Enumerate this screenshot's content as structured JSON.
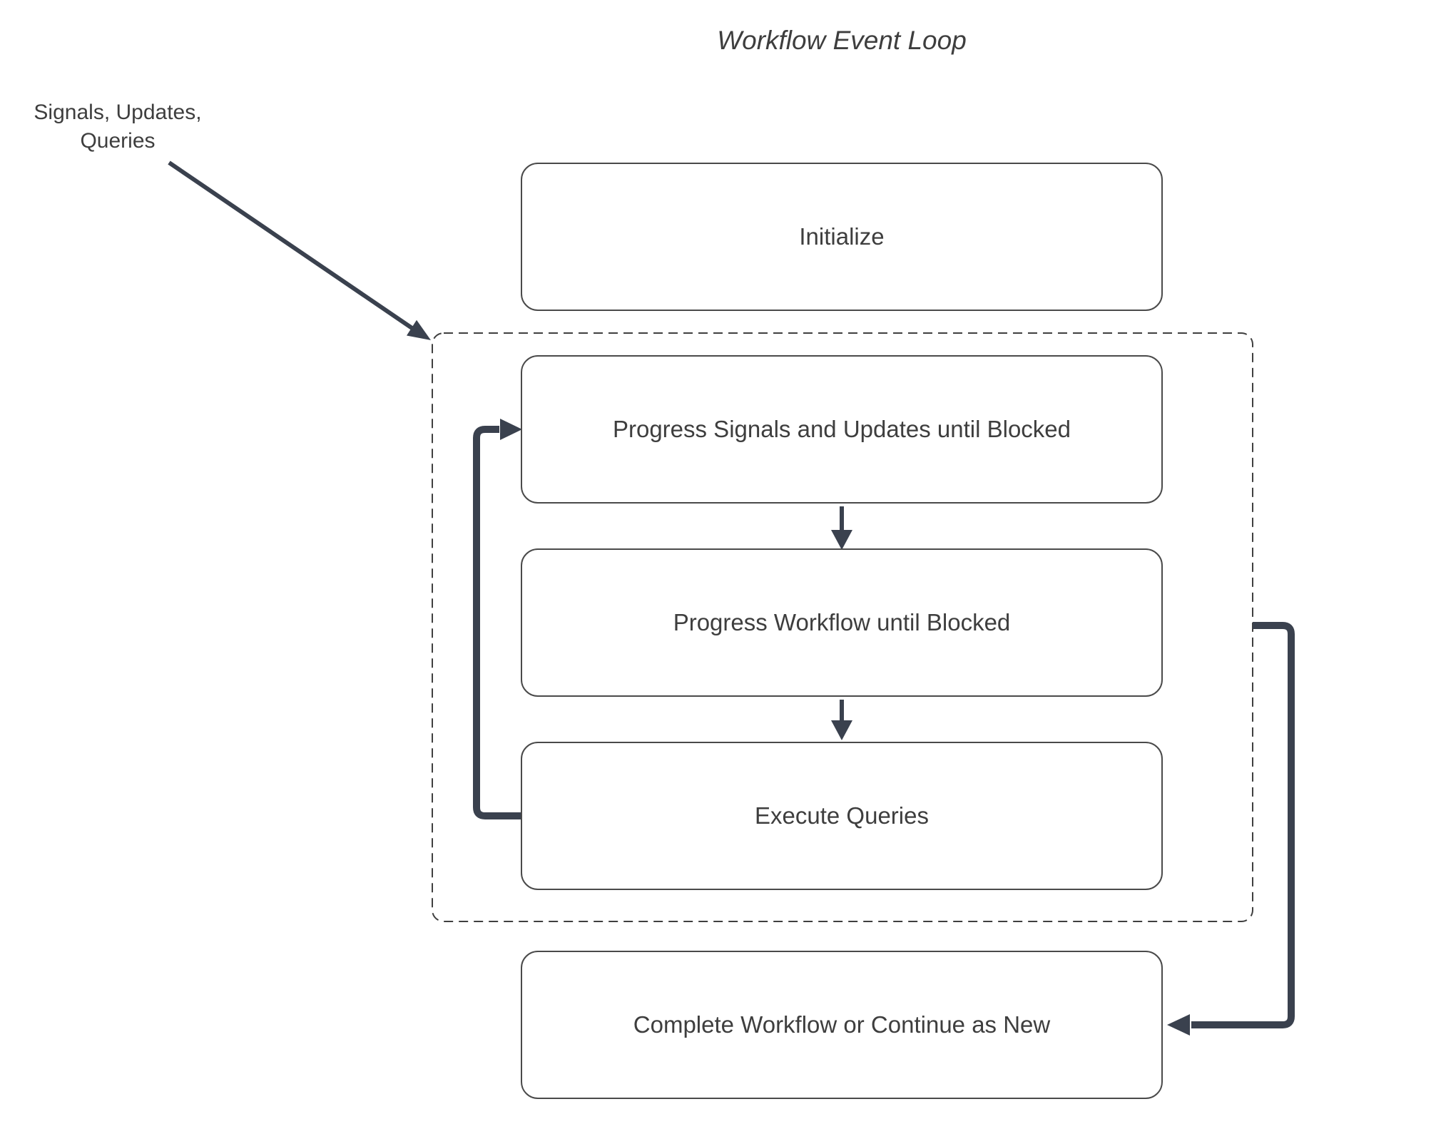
{
  "title": "Workflow Event Loop",
  "input_label": {
    "line1": "Signals, Updates,",
    "line2": "Queries"
  },
  "nodes": {
    "initialize": "Initialize",
    "progress_signals": "Progress Signals and Updates until Blocked",
    "progress_workflow": "Progress Workflow until Blocked",
    "execute_queries": "Execute Queries",
    "complete": "Complete Workflow or Continue as New"
  },
  "edges": [
    {
      "from": "external_input",
      "to": "event_loop_container",
      "style": "thin-diagonal"
    },
    {
      "from": "progress_signals",
      "to": "progress_workflow",
      "style": "thin-down"
    },
    {
      "from": "progress_workflow",
      "to": "execute_queries",
      "style": "thin-down"
    },
    {
      "from": "execute_queries",
      "to": "progress_signals",
      "style": "thick-loop-left"
    },
    {
      "from": "progress_workflow",
      "to": "complete",
      "style": "thick-route-right"
    }
  ],
  "colors": {
    "arrow": "#3a414e",
    "box_border": "#4a4a4a",
    "dashed_border": "#3f3f3f",
    "text": "#3e3e3e",
    "background": "#ffffff"
  }
}
